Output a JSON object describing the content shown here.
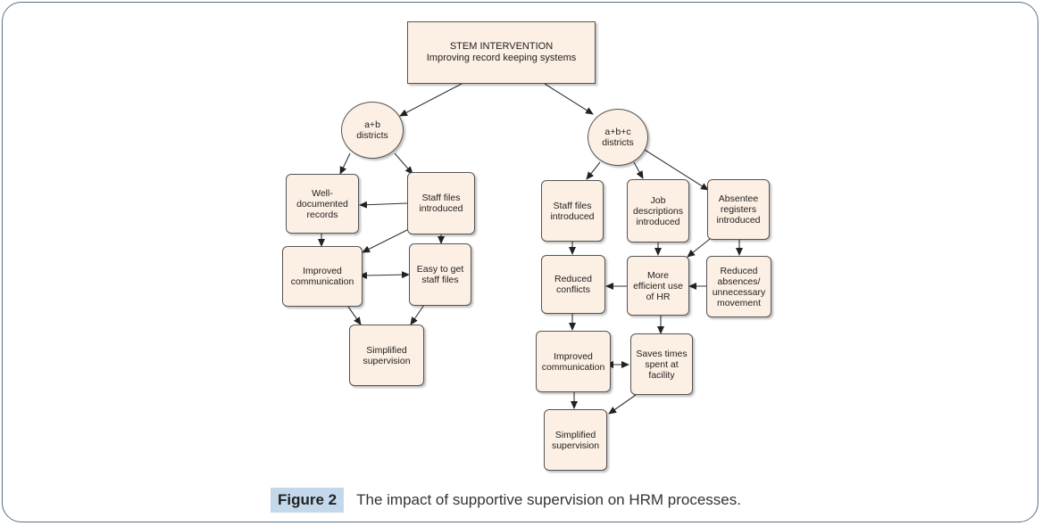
{
  "diagram": {
    "nodes": {
      "stem": "STEM INTERVENTION\nImproving record keeping systems",
      "ab": "a+b\ndistricts",
      "abc": "a+b+c\ndistricts",
      "well_documented": "Well-\ndocumented\nrecords",
      "staff_files_left": "Staff files\nintroduced",
      "improved_comm_left": "Improved\ncommunication",
      "easy_staff_files": "Easy to get\nstaff files",
      "simplified_left": "Simplified\nsupervision",
      "staff_files_right": "Staff files\nintroduced",
      "job_descriptions": "Job\ndescriptions\nintroduced",
      "absentee": "Absentee\nregisters\nintroduced",
      "reduced_conflicts": "Reduced\nconflicts",
      "efficient_hr": "More\nefficient use\nof HR",
      "reduced_absences": "Reduced\nabsences/\nunnecessary\nmovement",
      "improved_comm_right": "Improved\ncommunication",
      "saves_time": "Saves times\nspent at\nfacility",
      "simplified_right": "Simplified\nsupervision"
    }
  },
  "caption": {
    "label": "Figure 2",
    "text": "The impact of supportive supervision on HRM processes."
  }
}
